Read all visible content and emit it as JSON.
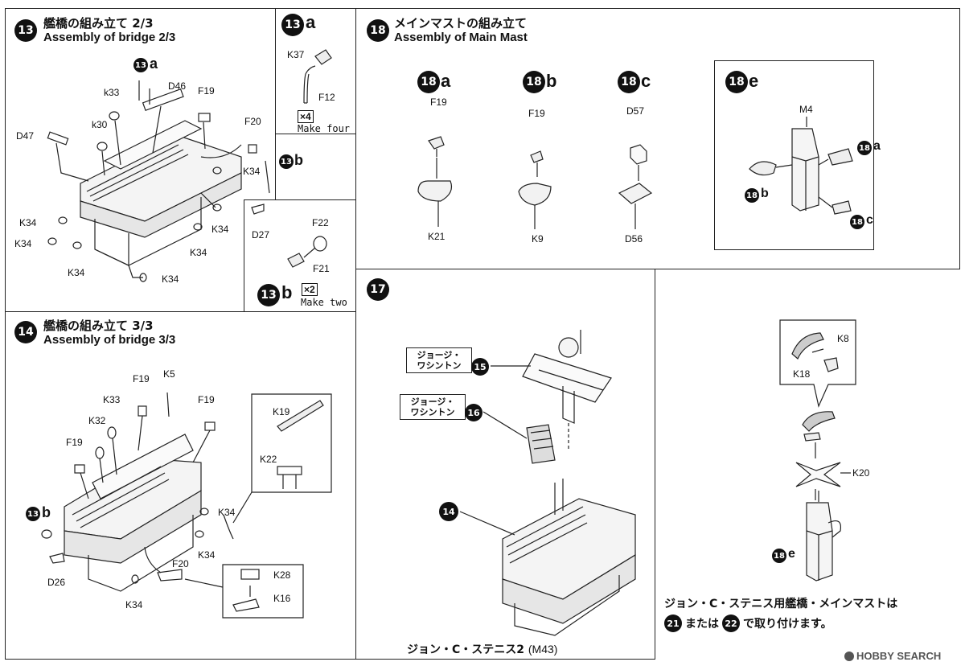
{
  "step13": {
    "num": "13",
    "title_jp": "艦橋の組み立て 2/3",
    "title_en": "Assembly of bridge 2/3",
    "labels": [
      "k33",
      "D46",
      "F19",
      "k30",
      "D47",
      "F20",
      "K34",
      "K34",
      "K34",
      "K34",
      "K34",
      "D27",
      "K34",
      "K34"
    ],
    "ref_a": "a",
    "ref_b": "b"
  },
  "step13a": {
    "num": "13",
    "letter": "a",
    "k37": "K37",
    "f12": "F12",
    "mult": "×4",
    "make": "Make four"
  },
  "step13b": {
    "num": "13",
    "letter": "b",
    "f22": "F22",
    "f21": "F21",
    "mult": "×2",
    "make": "Make two"
  },
  "step14": {
    "num": "14",
    "title_jp": "艦橋の組み立て 3/3",
    "title_en": "Assembly of bridge 3/3",
    "labels": [
      "F19",
      "K5",
      "K33",
      "F19",
      "K32",
      "F19",
      "K19",
      "K22",
      "K34",
      "K34",
      "F20",
      "K28",
      "K16",
      "D26",
      "K34"
    ],
    "ref_b": "b"
  },
  "step18": {
    "num": "18",
    "title_jp": "メインマストの組み立て",
    "title_en": "Assembly of Main Mast",
    "sub": [
      {
        "letter": "a",
        "top": "F19",
        "bottom": "K21"
      },
      {
        "letter": "b",
        "top": "F19",
        "bottom": "K9"
      },
      {
        "letter": "c",
        "top": "D57",
        "bottom": "D56"
      }
    ],
    "e": {
      "letter": "e",
      "m4": "M4",
      "a": "a",
      "b": "b",
      "c": "c"
    }
  },
  "step17": {
    "num": "17",
    "callout1": "ジョージ・\nワシントン",
    "callout1_num": "15",
    "callout2": "ジョージ・\nワシントン",
    "callout2_num": "16",
    "ref14": "14",
    "caption_jp": "ジョン・C・ステニス2",
    "caption_code": "(M43)"
  },
  "right": {
    "k8": "K8",
    "k18": "K18",
    "k20": "K20",
    "ref_e": "e",
    "note_line1": "ジョン・C・ステニス用艦橋・メインマストは",
    "note_n1": "21",
    "note_mid": "または",
    "note_n2": "22",
    "note_end": "で取り付けます。"
  },
  "watermark": "HOBBY SEARCH"
}
